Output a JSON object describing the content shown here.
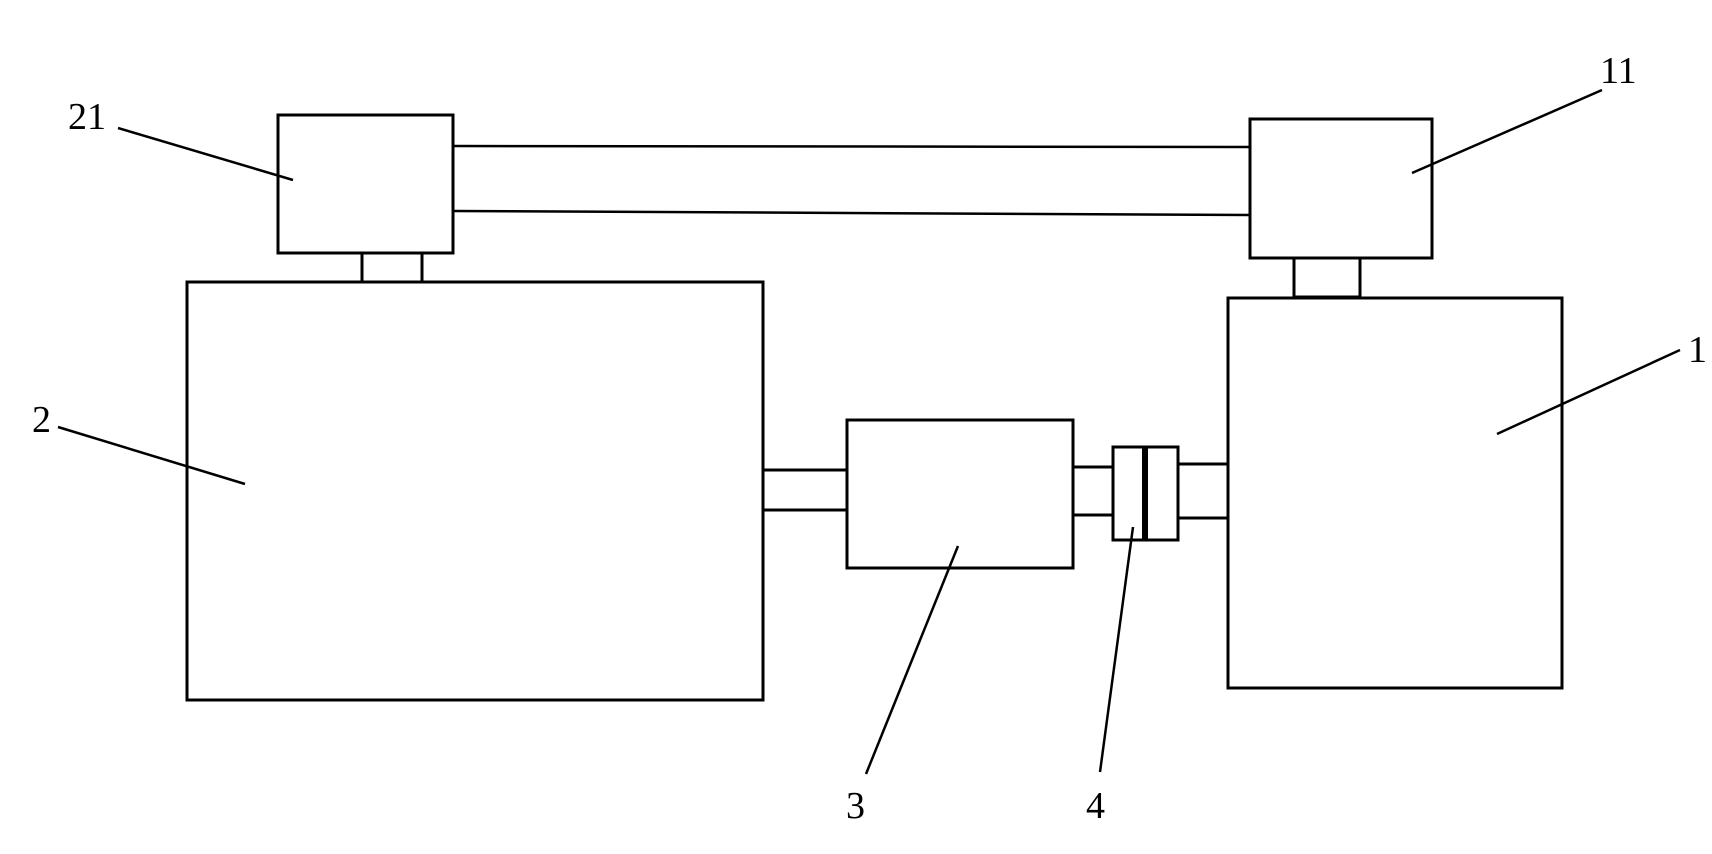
{
  "diagram": {
    "labels": {
      "component_1": "1",
      "component_2": "2",
      "component_3": "3",
      "component_4": "4",
      "component_11": "11",
      "component_21": "21"
    }
  }
}
